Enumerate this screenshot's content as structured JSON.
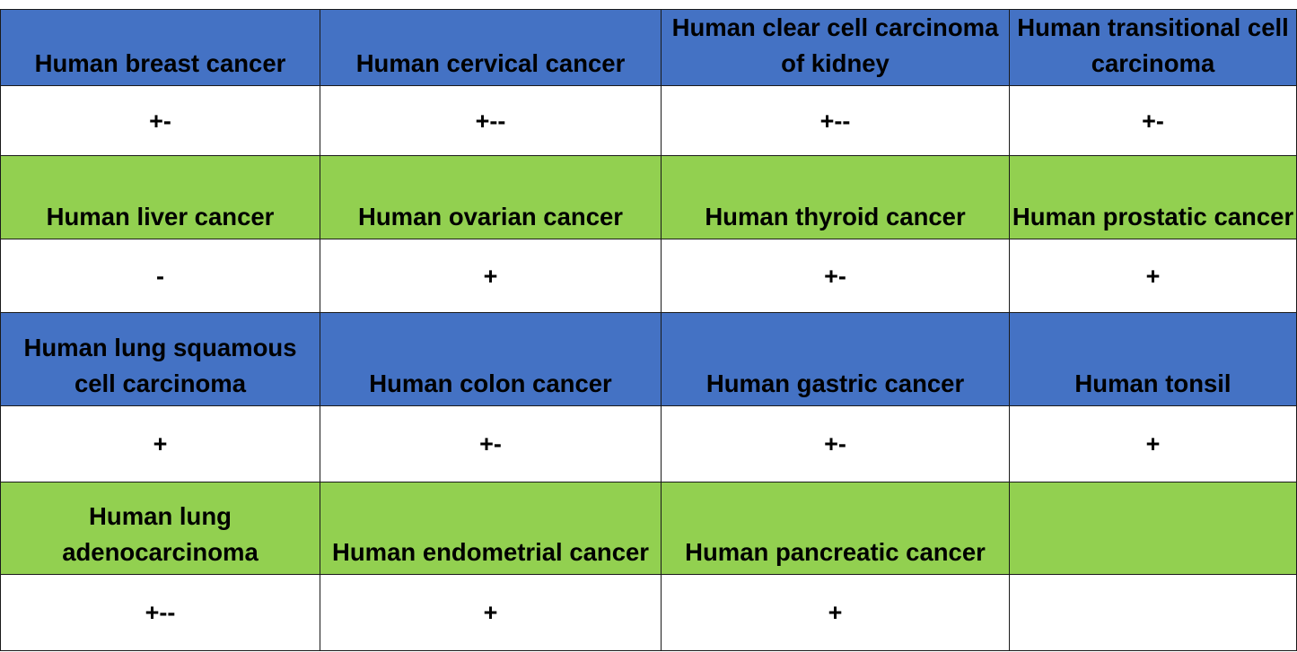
{
  "colors": {
    "header_blue": "#4472c4",
    "header_green": "#92d050",
    "value_background": "#ffffff",
    "border": "#1a1a1a"
  },
  "rows": [
    {
      "header_color": "blue",
      "cells": [
        {
          "name": "Human breast cancer",
          "value": "+-"
        },
        {
          "name": "Human cervical cancer",
          "value": "+--"
        },
        {
          "name": "Human clear cell carcinoma of kidney",
          "value": "+--"
        },
        {
          "name": "Human transitional cell carcinoma",
          "value": "+-"
        }
      ]
    },
    {
      "header_color": "green",
      "cells": [
        {
          "name": "Human liver cancer",
          "value": "-"
        },
        {
          "name": "Human ovarian cancer",
          "value": "+"
        },
        {
          "name": "Human thyroid cancer",
          "value": "+-"
        },
        {
          "name": "Human prostatic cancer",
          "value": "+"
        }
      ]
    },
    {
      "header_color": "blue",
      "cells": [
        {
          "name": "Human lung squamous cell carcinoma",
          "value": "+"
        },
        {
          "name": "Human colon cancer",
          "value": "+-"
        },
        {
          "name": "Human gastric cancer",
          "value": "+-"
        },
        {
          "name": "Human tonsil",
          "value": "+"
        }
      ]
    },
    {
      "header_color": "green",
      "cells": [
        {
          "name": "Human lung adenocarcinoma",
          "value": "+--"
        },
        {
          "name": "Human endometrial cancer",
          "value": "+"
        },
        {
          "name": "Human pancreatic cancer",
          "value": "+"
        },
        {
          "name": "",
          "value": ""
        }
      ]
    }
  ]
}
